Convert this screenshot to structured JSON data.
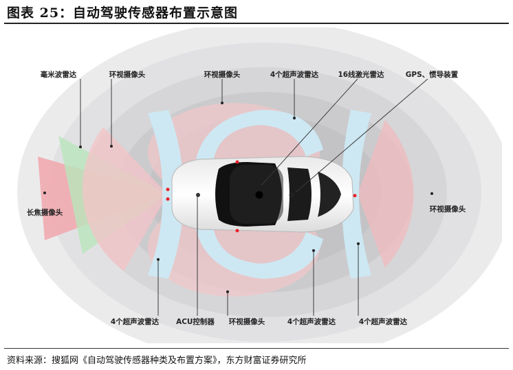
{
  "figure": {
    "title": "图表 25：自动驾驶传感器布置示意图",
    "source": "资料来源：搜狐网《自动驾驶传感器种类及布置方案》，东方财富证券研究所"
  },
  "labels": {
    "mmwave_radar": "毫米波雷达",
    "surround_camera_front": "环视摄像头",
    "surround_camera_top": "环视摄像头",
    "ultrasonic_top": "4个超声波雷达",
    "lidar_16": "16线激光雷达",
    "gps_imu": "GPS、惯导装置",
    "telephoto_camera": "长焦摄像头",
    "surround_camera_rear": "环视摄像头",
    "ultrasonic_bottom_left": "4个超声波雷达",
    "acu": "ACU控制器",
    "surround_camera_bottom": "环视摄像头",
    "ultrasonic_bottom_mid": "4个超声波雷达",
    "ultrasonic_bottom_right": "4个超声波雷达"
  },
  "colors": {
    "outer_ring": "#e9e9ea",
    "mid_ring": "#d7d7d9",
    "inner_ring": "#c9c9cb",
    "ultrasonic_zone": "#cfe9f2",
    "camera_zone": "#f3c4c8",
    "radar_zone": "#bfe8c0",
    "telephoto_zone": "#f2a8ad",
    "sensor_marker": "#e8202a"
  }
}
